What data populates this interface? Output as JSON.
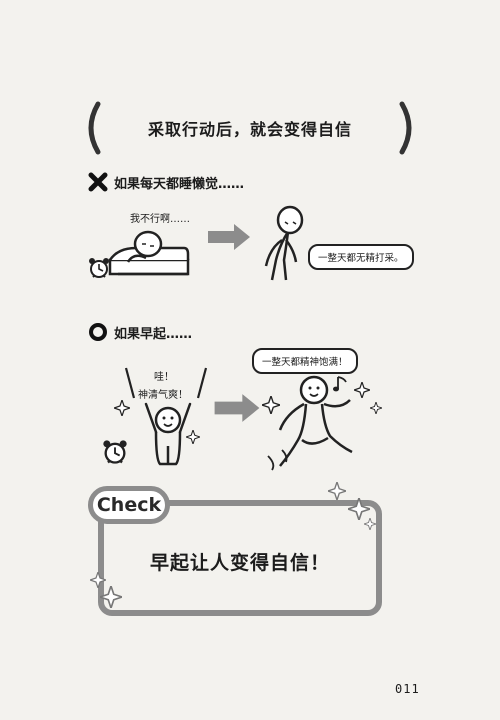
{
  "title": "采取行动后，就会变得自信",
  "section_bad": {
    "heading": "如果每天都睡懒觉……",
    "speech_sleeping": "我不行啊……",
    "speech_tired": "一整天都无精打采。"
  },
  "section_good": {
    "heading": "如果早起……",
    "speech_wake_line1": "哇！",
    "speech_wake_line2": "神清气爽！",
    "speech_energetic": "一整天都精神饱满！"
  },
  "check": {
    "tab_label": "Check",
    "message": "早起让人变得自信！"
  },
  "page_number": "011",
  "colors": {
    "ink": "#1c1c1c",
    "arrow_gray": "#8c8c8c",
    "frame_gray": "#8c8c8c",
    "paper": "#f3f2ee"
  },
  "icons": [
    "x-mark-icon",
    "circle-mark-icon",
    "alarm-clock-icon",
    "arrow-right-icon",
    "sparkle-icon",
    "music-note-icon"
  ]
}
